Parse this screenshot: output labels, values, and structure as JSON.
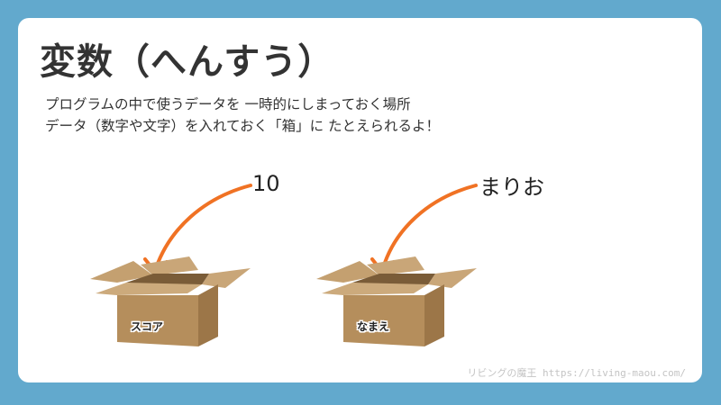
{
  "slide": {
    "title": "変数（へんすう）",
    "description": [
      "プログラムの中で使うデータを 一時的にしまっておく場所",
      "データ（数字や文字）を入れておく「箱」に たとえられるよ！"
    ],
    "examples": [
      {
        "value": "10",
        "box_label": "スコア"
      },
      {
        "value": "まりお",
        "box_label": "なまえ"
      }
    ],
    "footer": "リビングの魔王 https://living-maou.com/"
  },
  "colors": {
    "background": "#62a9cd",
    "card": "#ffffff",
    "text": "#333333",
    "arrow": "#f07224",
    "box_front": "#b58e5c",
    "box_side": "#9c7648",
    "box_flap": "#c9a678",
    "box_inside": "#7a5c38"
  }
}
